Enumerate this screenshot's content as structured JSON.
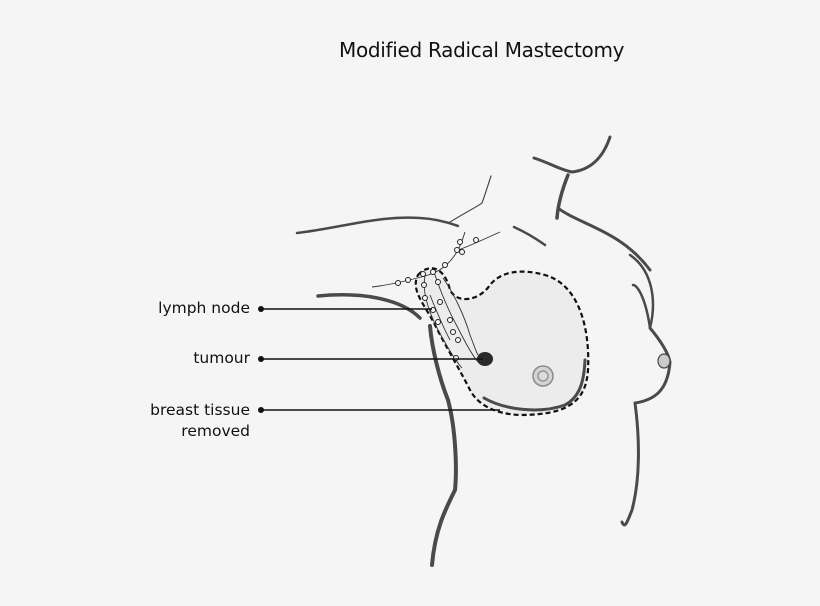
{
  "diagram": {
    "title": "Modified Radical Mastectomy",
    "labels": {
      "lymph_node": "lymph node",
      "tumour": "tumour",
      "breast_tissue_line1": "breast tissue",
      "breast_tissue_line2": "removed"
    },
    "colors": {
      "background": "#f5f5f5",
      "outline": "#4a4a4a",
      "text": "#111111",
      "breast_fill": "#ececec",
      "tumour": "#2a2a2a",
      "nipple": "#cccccc"
    }
  }
}
